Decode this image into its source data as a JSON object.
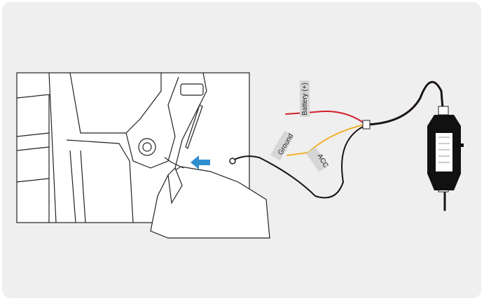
{
  "labels": {
    "battery": "Battery (+)",
    "ground": "Ground",
    "acc": "ACC"
  },
  "colors": {
    "background": "#efefef",
    "arrow": "#2f8fd0",
    "battery_wire": "#d0202a",
    "acc_wire": "#f0b030",
    "cable": "#1a1414"
  }
}
